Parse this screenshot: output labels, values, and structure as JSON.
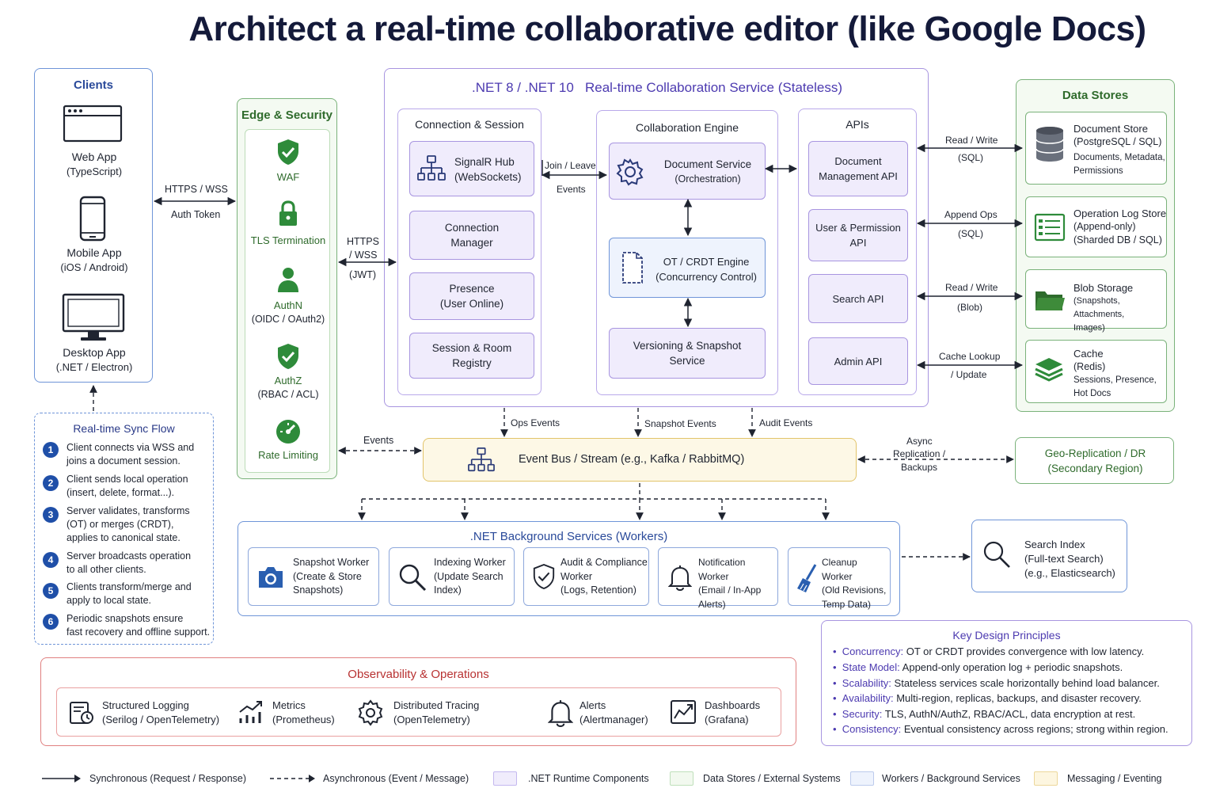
{
  "title": "Architect a real-time collaborative editor (like Google Docs)",
  "colors": {
    "runtime": "#a895e0",
    "data_stores": "#7ab27a",
    "workers": "#8ea8dc",
    "messaging": "#e2c46a",
    "observability": "#e08080",
    "accent_blue": "#1f4fa8"
  },
  "clients": {
    "title": "Clients",
    "items": [
      {
        "name": "Web App",
        "sub": "(TypeScript)",
        "icon": "browser-window-icon"
      },
      {
        "name": "Mobile App",
        "sub": "(iOS / Android)",
        "icon": "smartphone-icon"
      },
      {
        "name": "Desktop App",
        "sub": "(.NET / Electron)",
        "icon": "monitor-icon"
      }
    ],
    "link_top": "HTTPS / WSS",
    "link_bottom": "Auth Token"
  },
  "edge": {
    "title": "Edge & Security",
    "items": [
      {
        "name": "WAF",
        "sub": "",
        "icon": "shield-check-icon"
      },
      {
        "name": "TLS Termination",
        "sub": "",
        "icon": "lock-icon"
      },
      {
        "name": "AuthN",
        "sub": "(OIDC / OAuth2)",
        "icon": "user-icon"
      },
      {
        "name": "AuthZ",
        "sub": "(RBAC / ACL)",
        "icon": "shield-check-icon"
      },
      {
        "name": "Rate Limiting",
        "sub": "",
        "icon": "gauge-icon"
      }
    ],
    "link_line1": "HTTPS",
    "link_line2": "/ WSS",
    "link_line3": "(JWT)",
    "events_label": "Events"
  },
  "service": {
    "title_prefix": ".NET 8 / .NET 10",
    "title": "Real-time Collaboration Service (Stateless)",
    "connection": {
      "title": "Connection & Session",
      "hub_line1": "SignalR Hub",
      "hub_line2": "(WebSockets)",
      "manager_line1": "Connection",
      "manager_line2": "Manager",
      "presence_line1": "Presence",
      "presence_line2": "(User Online)",
      "registry_line1": "Session & Room",
      "registry_line2": "Registry"
    },
    "join_leave": "Join / Leave",
    "events": "Events",
    "engine": {
      "title": "Collaboration Engine",
      "doc_line1": "Document Service",
      "doc_line2": "(Orchestration)",
      "ot_line1": "OT / CRDT Engine",
      "ot_line2": "(Concurrency Control)",
      "ver_line1": "Versioning & Snapshot",
      "ver_line2": "Service"
    },
    "apis": {
      "title": "APIs",
      "items": [
        {
          "line1": "Document",
          "line2": "Management API"
        },
        {
          "line1": "User & Permission",
          "line2": "API"
        },
        {
          "line1": "Search API",
          "line2": ""
        },
        {
          "line1": "Admin API",
          "line2": ""
        }
      ]
    }
  },
  "datastores": {
    "title": "Data Stores",
    "links": [
      {
        "top": "Read / Write",
        "bottom": "(SQL)"
      },
      {
        "top": "Append Ops",
        "bottom": "(SQL)"
      },
      {
        "top": "Read / Write",
        "bottom": "(Blob)"
      },
      {
        "top": "Cache Lookup",
        "bottom": "/ Update"
      }
    ],
    "items": [
      {
        "name": "Document Store",
        "l1": "(PostgreSQL / SQL)",
        "l2": "Documents, Metadata,",
        "l3": "Permissions",
        "icon": "database-icon"
      },
      {
        "name": "Operation Log Store",
        "l1": "(Append-only)",
        "l2": "(Sharded DB / SQL)",
        "l3": "",
        "icon": "list-log-icon"
      },
      {
        "name": "Blob Storage",
        "l1": "(Snapshots, Attachments,",
        "l2": "Images)",
        "l3": "",
        "icon": "folder-icon"
      },
      {
        "name": "Cache",
        "l1": "(Redis)",
        "l2": "Sessions, Presence,",
        "l3": "Hot Docs",
        "icon": "layers-icon"
      }
    ]
  },
  "bus": {
    "label": "Event Bus / Stream (e.g., Kafka / RabbitMQ)",
    "ops_events": "Ops Events",
    "snapshot_events": "Snapshot Events",
    "audit_events": "Audit Events",
    "async_l1": "Async",
    "async_l2": "Replication /",
    "async_l3": "Backups"
  },
  "geo": {
    "line1": "Geo-Replication / DR",
    "line2": "(Secondary Region)"
  },
  "workers": {
    "title": ".NET Background Services (Workers)",
    "items": [
      {
        "l1": "Snapshot Worker",
        "l2": "(Create & Store",
        "l3": "Snapshots)",
        "icon": "camera-icon"
      },
      {
        "l1": "Indexing Worker",
        "l2": "(Update Search",
        "l3": "Index)",
        "icon": "magnifier-icon"
      },
      {
        "l1": "Audit & Compliance",
        "l2": "Worker",
        "l3": "(Logs, Retention)",
        "icon": "shield-check-icon"
      },
      {
        "l1": "Notification Worker",
        "l2": "(Email / In-App",
        "l3": "Alerts)",
        "icon": "bell-icon"
      },
      {
        "l1": "Cleanup Worker",
        "l2": "(Old Revisions,",
        "l3": "Temp Data)",
        "icon": "broom-icon"
      }
    ]
  },
  "search_index": {
    "l1": "Search Index",
    "l2": "(Full-text Search)",
    "l3": "(e.g., Elasticsearch)"
  },
  "flow": {
    "title": "Real-time Sync Flow",
    "steps": [
      {
        "n": "1",
        "l1": "Client connects via WSS and",
        "l2": "joins a document session.",
        "l3": ""
      },
      {
        "n": "2",
        "l1": "Client sends local operation",
        "l2": "(insert, delete, format...).",
        "l3": ""
      },
      {
        "n": "3",
        "l1": "Server validates, transforms",
        "l2": "(OT) or merges (CRDT),",
        "l3": "applies to canonical state."
      },
      {
        "n": "4",
        "l1": "Server broadcasts operation",
        "l2": "to all other clients.",
        "l3": ""
      },
      {
        "n": "5",
        "l1": "Clients transform/merge and",
        "l2": "apply to local state.",
        "l3": ""
      },
      {
        "n": "6",
        "l1": "Periodic snapshots ensure",
        "l2": "fast recovery and offline support.",
        "l3": ""
      }
    ]
  },
  "observability": {
    "title": "Observability & Operations",
    "items": [
      {
        "l1": "Structured Logging",
        "l2": "(Serilog / OpenTelemetry)",
        "icon": "log-file-icon"
      },
      {
        "l1": "Metrics",
        "l2": "(Prometheus)",
        "icon": "chart-trend-icon"
      },
      {
        "l1": "Distributed Tracing",
        "l2": "(OpenTelemetry)",
        "icon": "trace-gear-icon"
      },
      {
        "l1": "Alerts",
        "l2": "(Alertmanager)",
        "icon": "bell-icon"
      },
      {
        "l1": "Dashboards",
        "l2": "(Grafana)",
        "icon": "dashboard-icon"
      }
    ]
  },
  "principles": {
    "title": "Key Design Principles",
    "items": [
      {
        "k": "Concurrency:",
        "v": " OT or CRDT provides convergence with low latency."
      },
      {
        "k": "State Model:",
        "v": " Append-only operation log + periodic snapshots."
      },
      {
        "k": "Scalability:",
        "v": " Stateless services scale horizontally behind load balancer."
      },
      {
        "k": "Availability:",
        "v": " Multi-region, replicas, backups, and disaster recovery."
      },
      {
        "k": "Security:",
        "v": " TLS, AuthN/AuthZ, RBAC/ACL, data encryption at rest."
      },
      {
        "k": "Consistency:",
        "v": " Eventual consistency across regions; strong within region."
      }
    ]
  },
  "legend": {
    "sync": "Synchronous (Request / Response)",
    "async": "Asynchronous (Event / Message)",
    "runtime": ".NET Runtime Components",
    "data": "Data Stores / External Systems",
    "workers": "Workers / Background Services",
    "messaging": "Messaging / Eventing"
  }
}
